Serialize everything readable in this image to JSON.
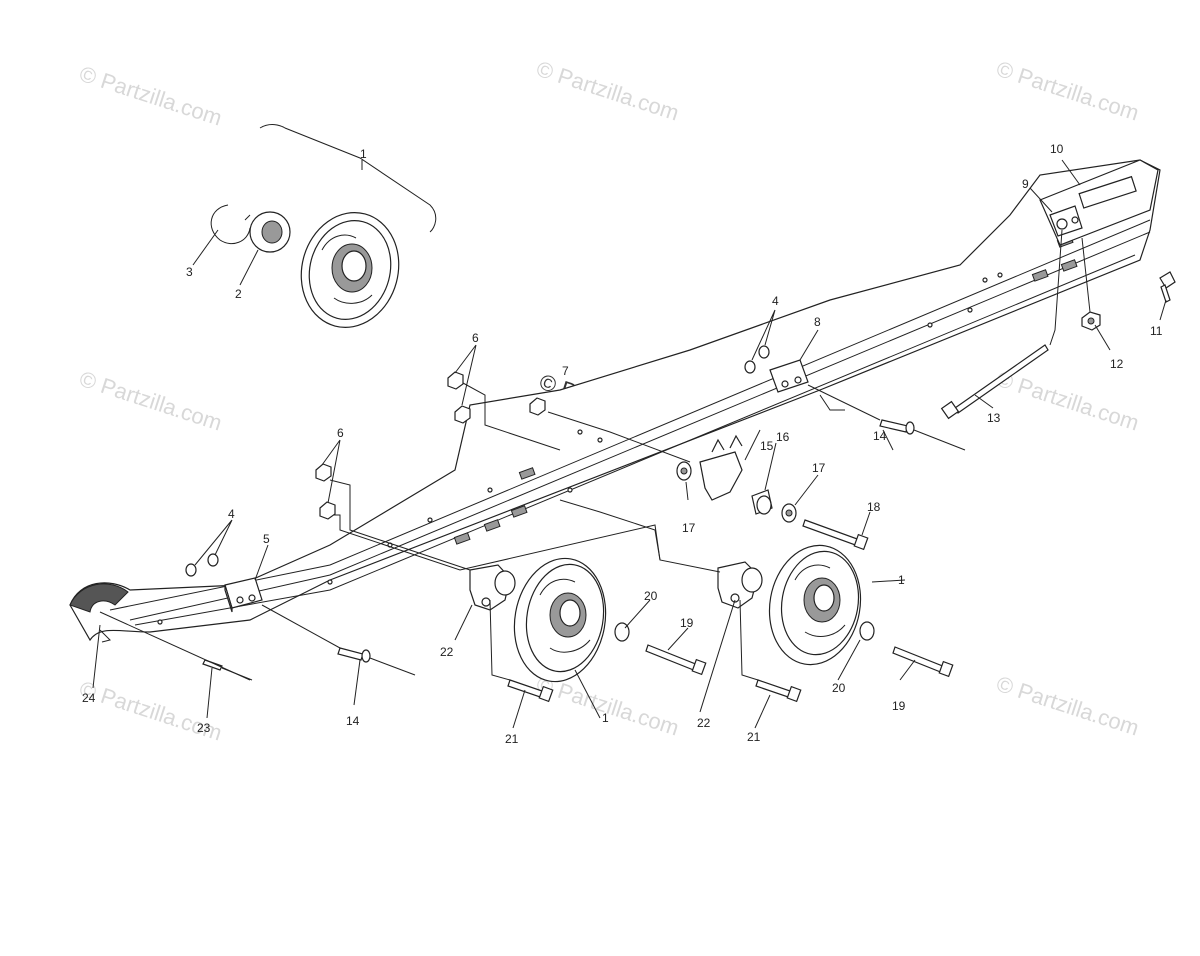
{
  "watermarks": [
    "© Partzilla.com",
    "© Partzilla.com",
    "© Partzilla.com",
    "© Partzilla.com",
    "© Partzilla.com",
    "© Partzilla.com",
    "© Partzilla.com",
    "© Partzilla.com"
  ],
  "center_watermark": "© Partzilla.com",
  "callouts": {
    "c1a": "1",
    "c1b": "1",
    "c1c": "1",
    "c2": "2",
    "c3": "3",
    "c4a": "4",
    "c4b": "4",
    "c5": "5",
    "c6a": "6",
    "c6b": "6",
    "c7": "7",
    "c8": "8",
    "c9": "9",
    "c10": "10",
    "c11": "11",
    "c12": "12",
    "c13": "13",
    "c14a": "14",
    "c14b": "14",
    "c15": "15",
    "c16": "16",
    "c17a": "17",
    "c17b": "17",
    "c18": "18",
    "c19a": "19",
    "c19b": "19",
    "c20a": "20",
    "c20b": "20",
    "c21a": "21",
    "c21b": "21",
    "c22a": "22",
    "c22b": "22",
    "c23": "23",
    "c24": "24"
  }
}
